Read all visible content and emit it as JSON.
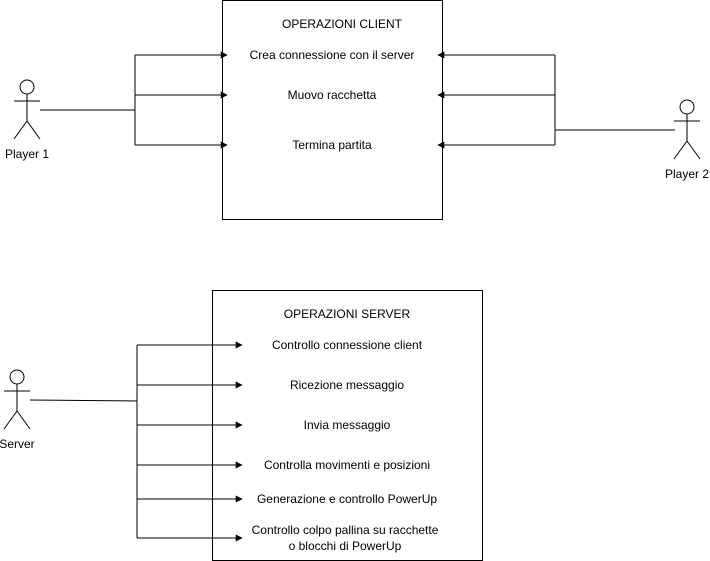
{
  "client": {
    "title": "OPERAZIONI CLIENT",
    "operations": [
      "Crea connessione con il server",
      "Muovo racchetta",
      "Termina partita"
    ]
  },
  "server": {
    "title": "OPERAZIONI SERVER",
    "operations": [
      "Controllo connessione client",
      "Ricezione messaggio",
      "Invia messaggio",
      "Controlla movimenti e posizioni",
      "Generazione e controllo PowerUp",
      "Controllo colpo pallina su racchette",
      "o blocchi di PowerUp"
    ]
  },
  "actors": {
    "player1": "Player 1",
    "player2": "Player 2",
    "server": "Server"
  }
}
